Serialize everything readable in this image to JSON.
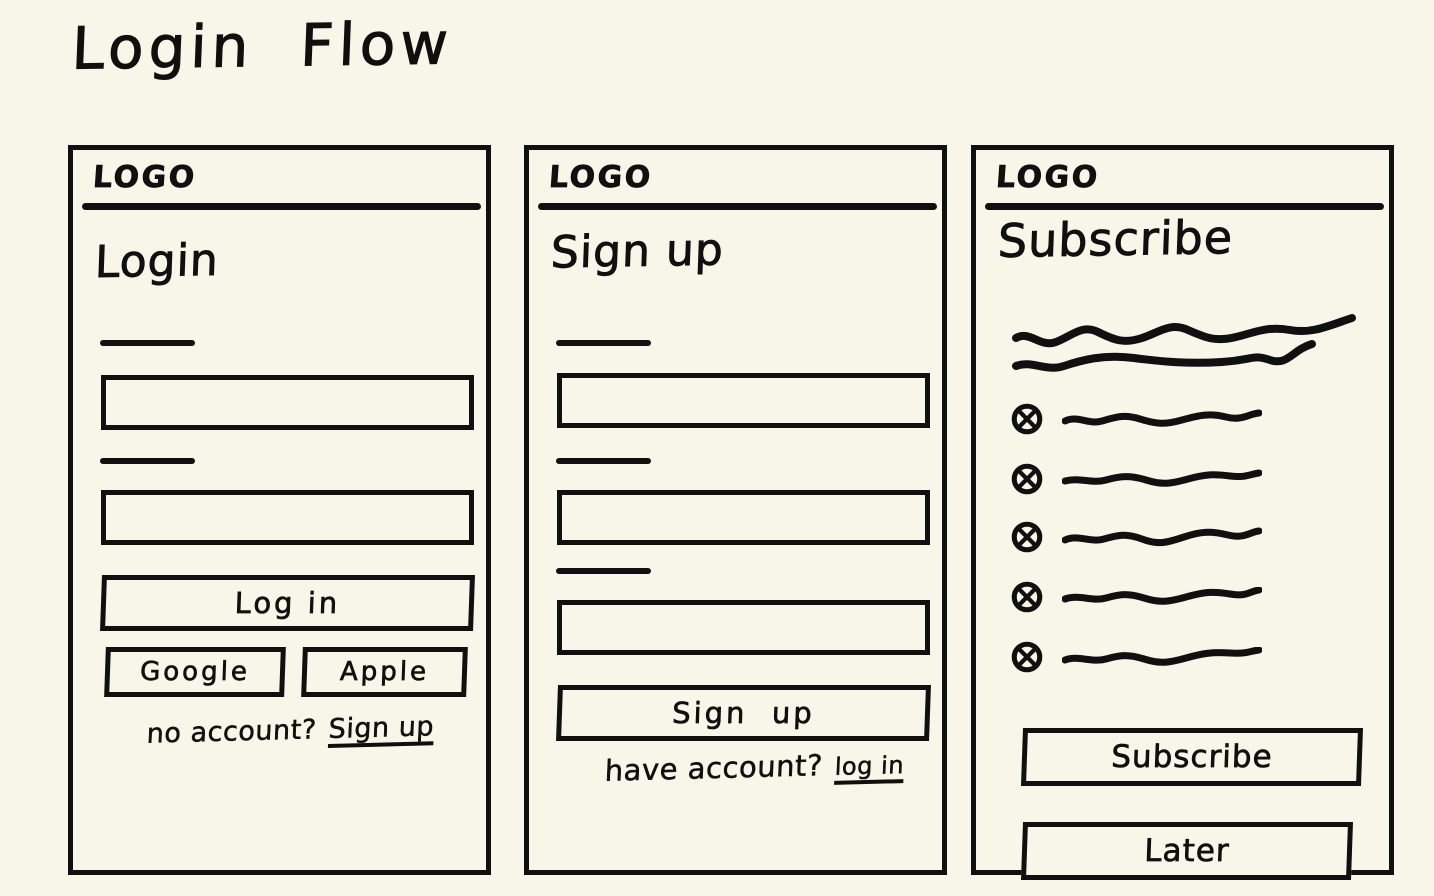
{
  "title": "Login  Flow",
  "theme": {
    "background": "#f8f6e8",
    "ink": "#111010"
  },
  "panels": [
    {
      "id": "panel-1",
      "logo": "LOGO",
      "heading": "Login",
      "fields": [
        {
          "label_line": true,
          "value": "",
          "placeholder": ""
        },
        {
          "label_line": true,
          "value": "",
          "placeholder": ""
        }
      ],
      "primary_button": "Log in",
      "social_buttons": [
        "Google",
        "Apple"
      ],
      "footer": {
        "text": "no account?",
        "link": "Sign up"
      }
    },
    {
      "id": "panel-2",
      "logo": "LOGO",
      "heading": "Sign up",
      "fields": [
        {
          "label_line": true,
          "value": "",
          "placeholder": ""
        },
        {
          "label_line": true,
          "value": "",
          "placeholder": ""
        },
        {
          "label_line": true,
          "value": "",
          "placeholder": ""
        }
      ],
      "primary_button": "Sign  up",
      "footer": {
        "text": "have account?",
        "link": "log in"
      }
    },
    {
      "id": "panel-3",
      "logo": "LOGO",
      "heading": "Subscribe",
      "description_lines": 2,
      "benefit_items": 5,
      "primary_button": "Subscribe",
      "secondary_button": "Later"
    }
  ]
}
